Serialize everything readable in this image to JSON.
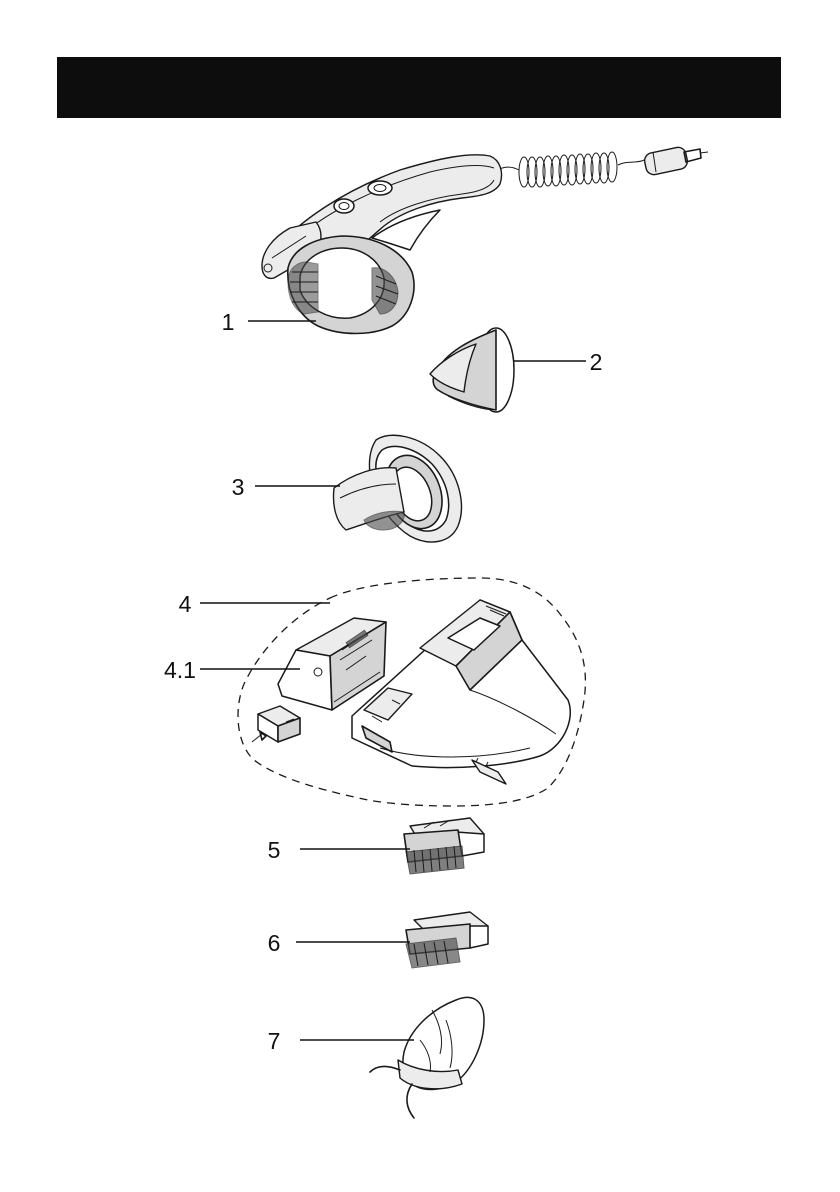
{
  "header": {
    "title": "",
    "color": "#0d0d0d"
  },
  "parts": [
    {
      "id": "part-1",
      "number": "1"
    },
    {
      "id": "part-2",
      "number": "2"
    },
    {
      "id": "part-3",
      "number": "3"
    },
    {
      "id": "part-4",
      "number": "4"
    },
    {
      "id": "part-4-1",
      "number": "4.1"
    },
    {
      "id": "part-5",
      "number": "5"
    },
    {
      "id": "part-6",
      "number": "6"
    },
    {
      "id": "part-7",
      "number": "7"
    }
  ]
}
